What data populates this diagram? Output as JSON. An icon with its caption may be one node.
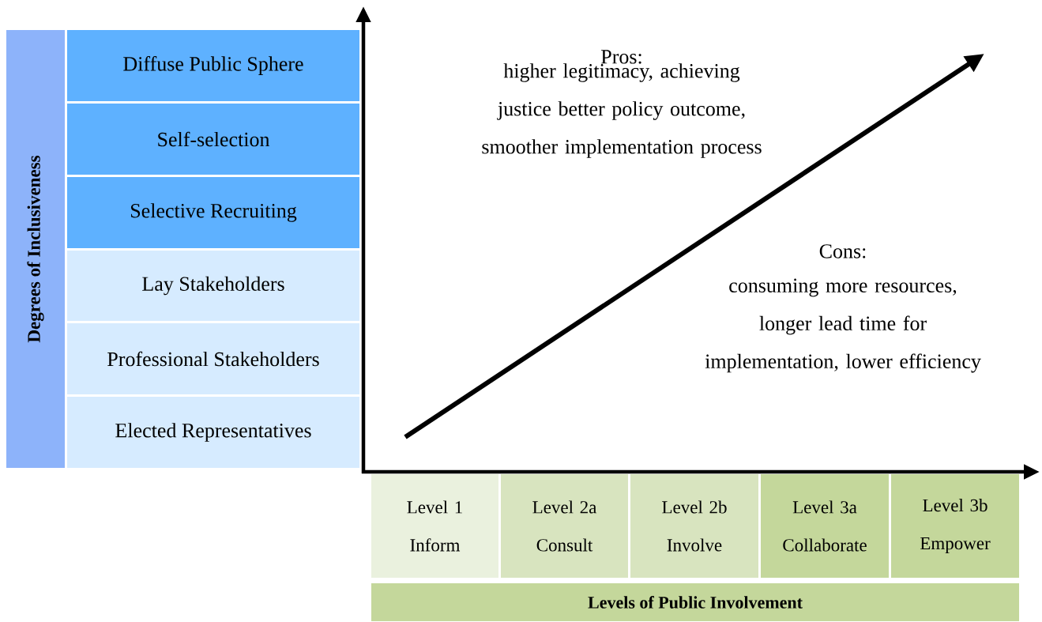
{
  "diagram": {
    "nodes": [
      {
        "text": [
          "Degrees of Inclusiveness"
        ]
      },
      {
        "text": [
          "Diffuse Public Sphere"
        ]
      },
      {
        "text": [
          "Self-selection"
        ]
      },
      {
        "text": [
          "Selective Recruiting"
        ]
      },
      {
        "text": [
          "Lay Stakeholders"
        ]
      },
      {
        "text": [
          "Professional Stakeholders"
        ]
      },
      {
        "text": [
          "Elected Representatives"
        ]
      },
      {
        "text": [
          "Level 1 Inform"
        ]
      },
      {
        "text": [
          "Level 2a Consult"
        ]
      },
      {
        "text": [
          "Level 2b Involve"
        ]
      },
      {
        "text": [
          "Level 3a Collaborate"
        ]
      },
      {
        "text": [
          "Level 3b Empower"
        ]
      },
      {
        "text": [
          "Levels of Public Involvement"
        ]
      }
    ],
    "labels": [
      "Pros:",
      "higher legitimacy, achieving justice better policy outcome, smoother implementation process",
      "Cons:",
      "consuming more resources, longer lead time for implementation, lower efficiency"
    ]
  }
}
